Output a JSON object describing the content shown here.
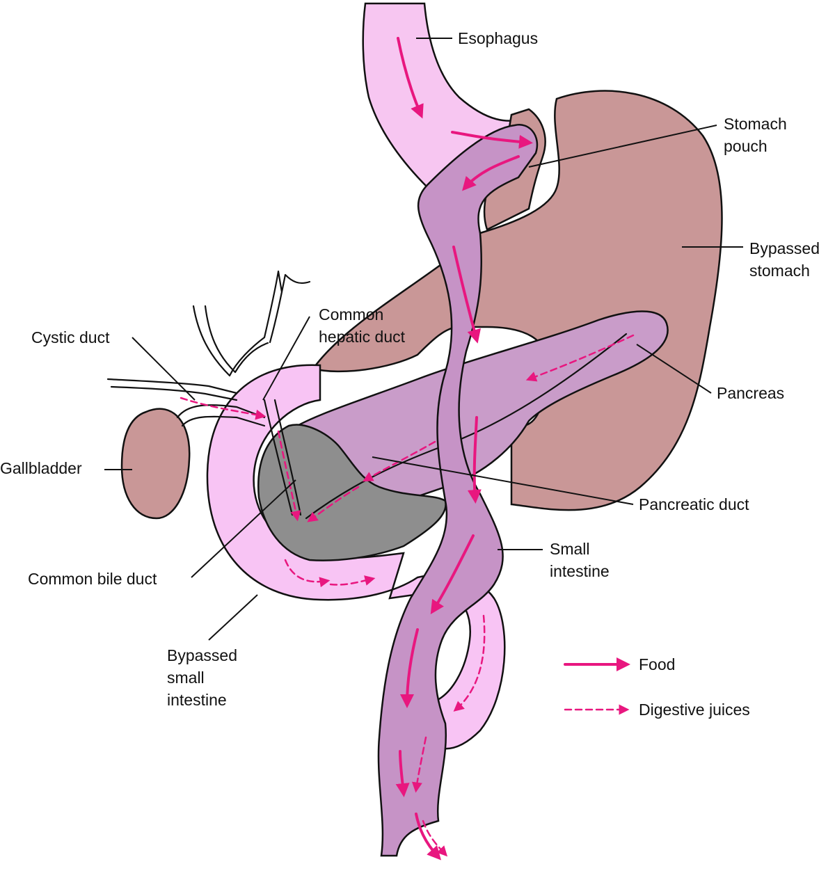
{
  "colors": {
    "esophagus": "#f7c6f1",
    "bypassed_intestine": "#f8c4f4",
    "stomach": "#c99797",
    "small_intestine": "#c693c6",
    "pancreas": "#c99cc9",
    "duodenum_shadow": "#8e8e8e",
    "gallbladder": "#c99797",
    "arrow": "#e8177f",
    "line": "#111111"
  },
  "labels": {
    "esophagus": "Esophagus",
    "stomach_pouch_1": "Stomach",
    "stomach_pouch_2": "pouch",
    "bypassed_stomach_1": "Bypassed",
    "bypassed_stomach_2": "stomach",
    "common_hepatic_1": "Common",
    "common_hepatic_2": "hepatic duct",
    "cystic_duct": "Cystic duct",
    "pancreas": "Pancreas",
    "gallbladder": "Gallbladder",
    "pancreatic_duct": "Pancreatic duct",
    "small_intestine_1": "Small",
    "small_intestine_2": "intestine",
    "common_bile_duct": "Common bile duct",
    "bypassed_small_1": "Bypassed",
    "bypassed_small_2": "small",
    "bypassed_small_3": "intestine"
  },
  "legend": {
    "food": "Food",
    "digestive_juices": "Digestive juices"
  },
  "icons": {
    "food_arrow": "solid-arrow",
    "juice_arrow": "dashed-arrow"
  }
}
